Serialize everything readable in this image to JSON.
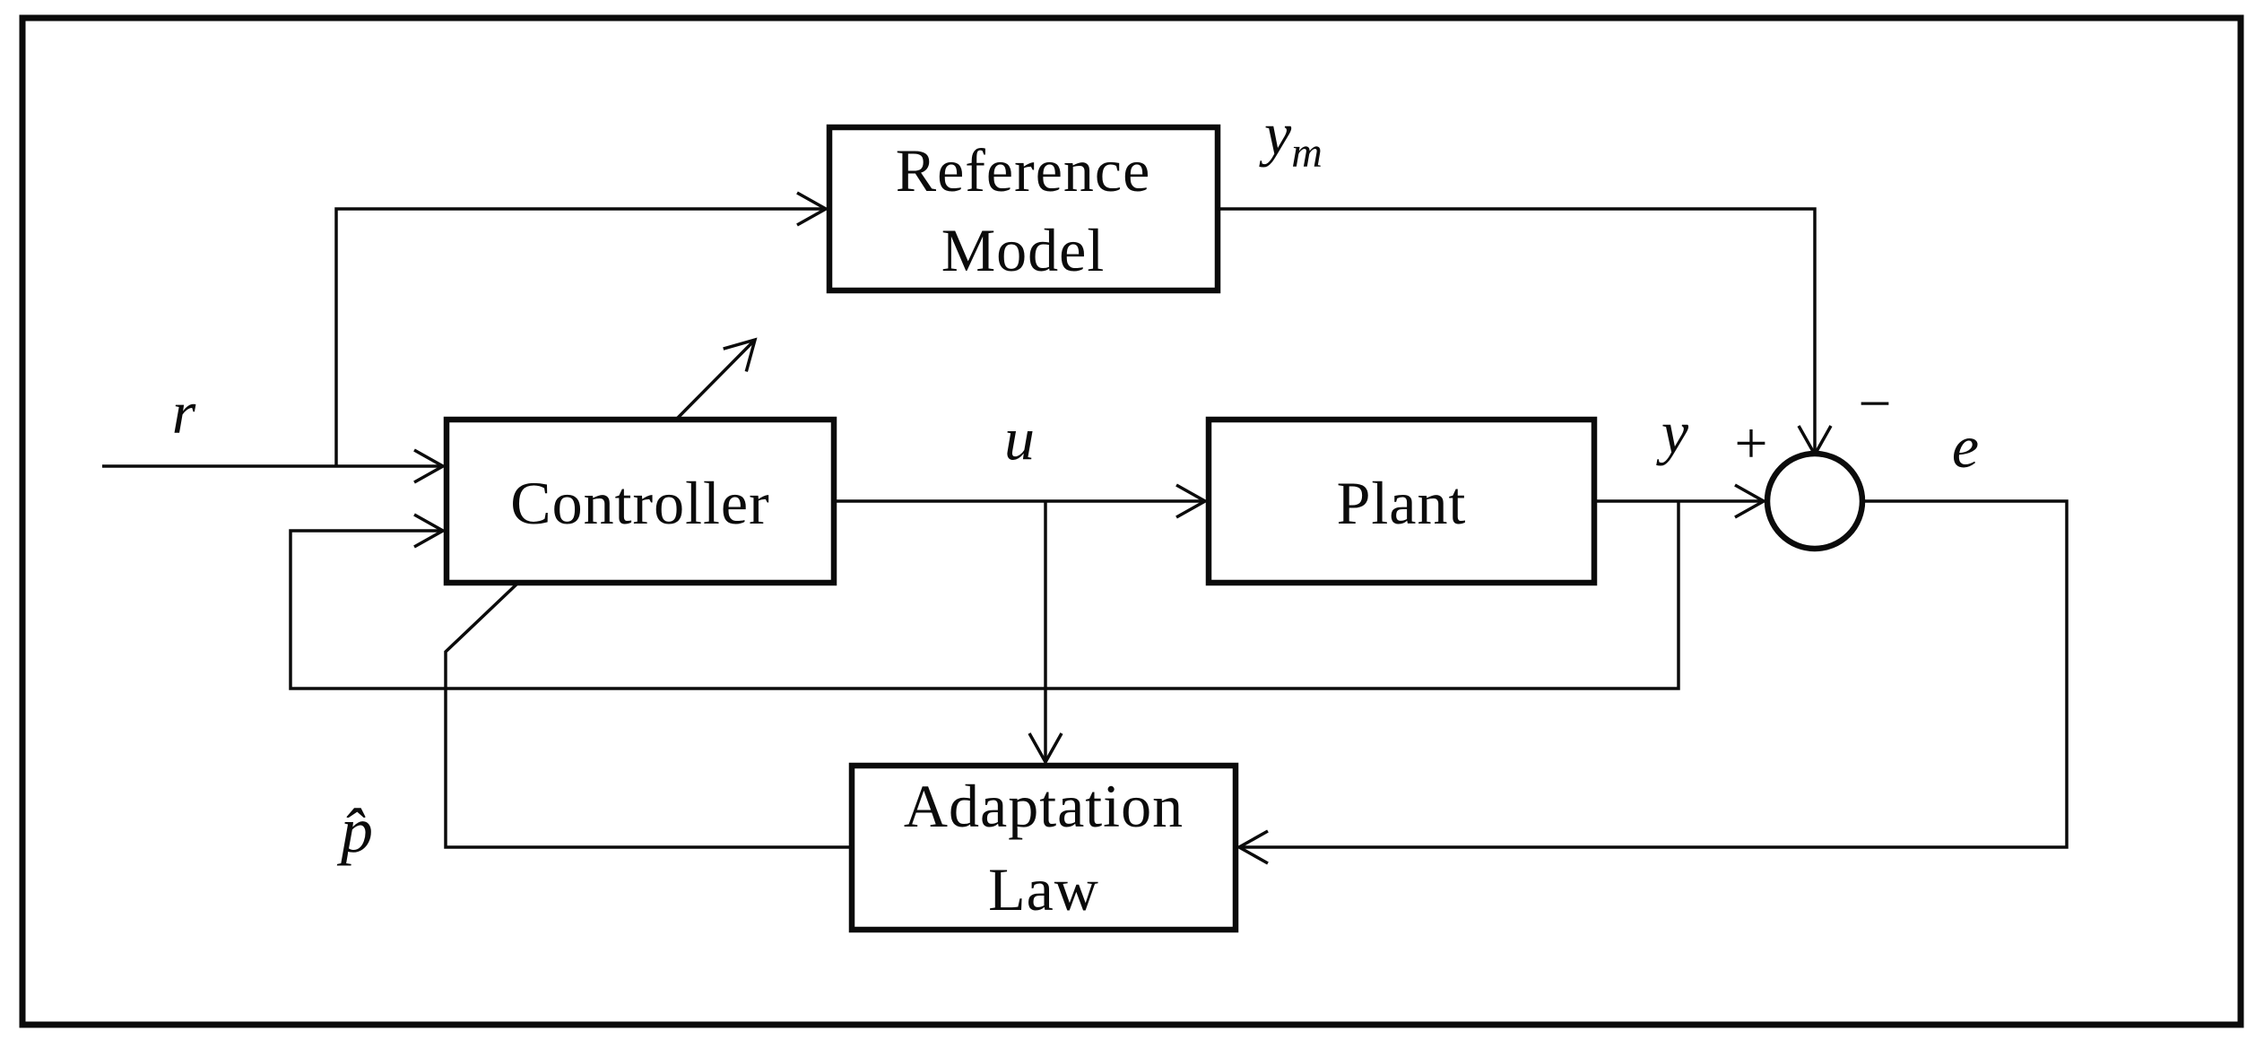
{
  "diagram": {
    "colors": {
      "ink": "#0b0b0b",
      "background": "#ffffff"
    },
    "blocks": {
      "reference_model": {
        "line1": "Reference",
        "line2": "Model"
      },
      "controller": {
        "label": "Controller"
      },
      "plant": {
        "label": "Plant"
      },
      "adaptation_law": {
        "line1": "Adaptation",
        "line2": "Law"
      }
    },
    "signals": {
      "r": "r",
      "ym_base": "y",
      "ym_sub": "m",
      "u": "u",
      "y": "y",
      "e": "e",
      "p_hat": "p̂",
      "plus": "+",
      "minus": "−"
    }
  }
}
